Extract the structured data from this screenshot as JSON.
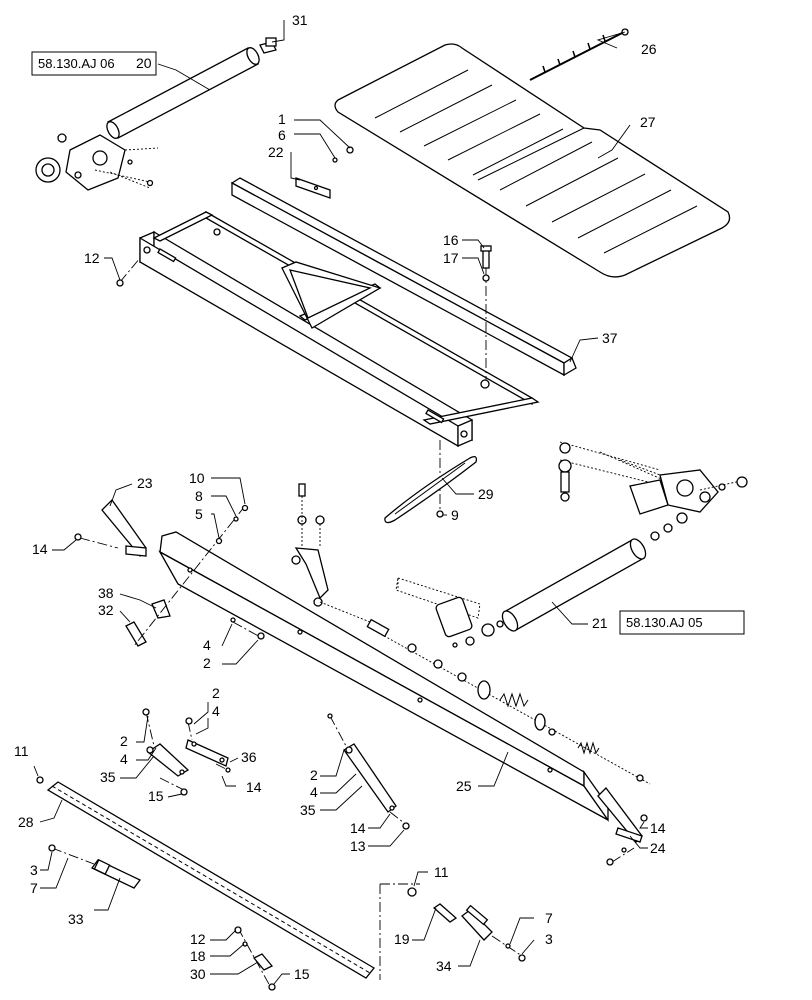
{
  "diagram": {
    "references": [
      "58.130.AJ 06",
      "58.130.AJ 05"
    ],
    "callouts": {
      "c31": "31",
      "c20": "20",
      "c26": "26",
      "c27": "27",
      "c1": "1",
      "c6": "6",
      "c22": "22",
      "c12a": "12",
      "c16": "16",
      "c17": "17",
      "c37": "37",
      "c10": "10",
      "c8": "8",
      "c5": "5",
      "c23": "23",
      "c14a": "14",
      "c29": "29",
      "c9": "9",
      "c38": "38",
      "c32": "32",
      "c4a": "4",
      "c2a": "2",
      "c21": "21",
      "c2b": "2",
      "c4b": "4",
      "c2c": "2",
      "c4c": "4",
      "c36": "36",
      "c35a": "35",
      "c15a": "15",
      "c14b": "14",
      "c2d": "2",
      "c4d": "4",
      "c35b": "35",
      "c14c": "14",
      "c13": "13",
      "c25": "25",
      "c14d": "14",
      "c24": "24",
      "c11a": "11",
      "c28": "28",
      "c3a": "3",
      "c7a": "7",
      "c33": "33",
      "c11b": "11",
      "c7b": "7",
      "c3b": "3",
      "c19": "19",
      "c34": "34",
      "c12b": "12",
      "c18": "18",
      "c30": "30",
      "c15b": "15"
    }
  }
}
